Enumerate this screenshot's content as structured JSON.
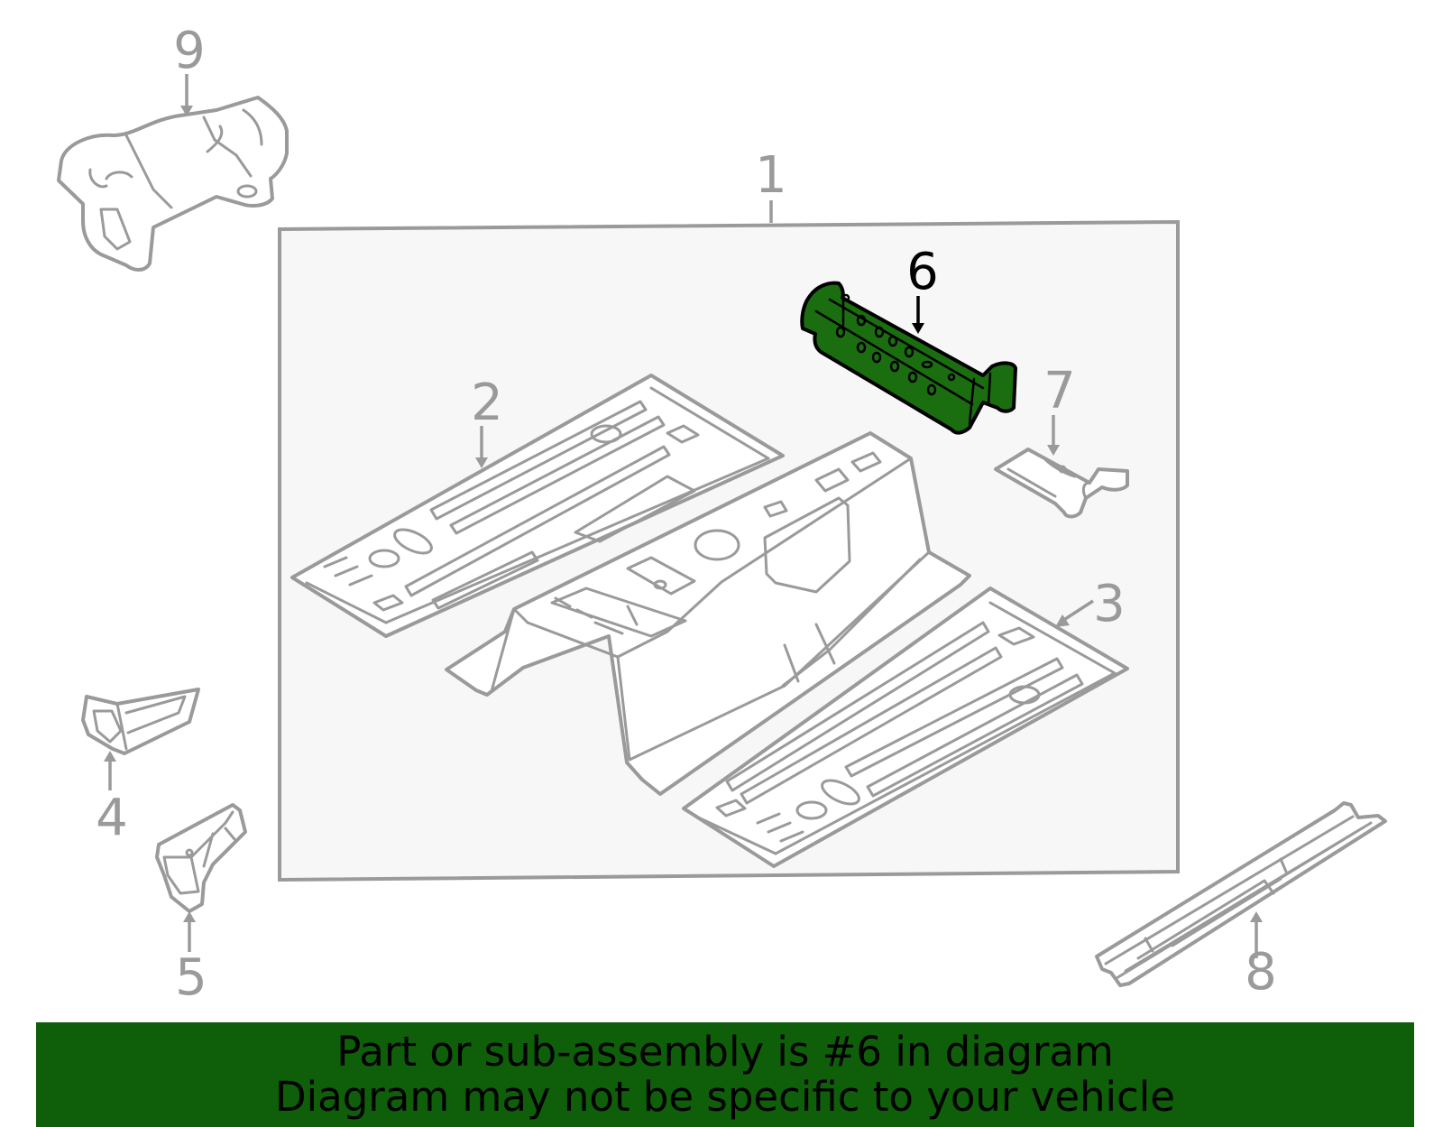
{
  "diagram": {
    "callouts": [
      {
        "number": "1",
        "state": "normal"
      },
      {
        "number": "2",
        "state": "normal"
      },
      {
        "number": "3",
        "state": "normal"
      },
      {
        "number": "4",
        "state": "normal"
      },
      {
        "number": "5",
        "state": "normal"
      },
      {
        "number": "6",
        "state": "highlighted"
      },
      {
        "number": "7",
        "state": "normal"
      },
      {
        "number": "8",
        "state": "normal"
      },
      {
        "number": "9",
        "state": "normal"
      }
    ],
    "highlighted_part": "6",
    "colors": {
      "line_gray": "#9a9a9a",
      "panel_fill": "#f7f7f7",
      "highlight_green": "#1a6e10",
      "banner_green": "#0f5e0a"
    }
  },
  "banner": {
    "line1": "Part or sub-assembly is #6 in diagram",
    "line2": "Diagram may not be specific to your vehicle"
  }
}
